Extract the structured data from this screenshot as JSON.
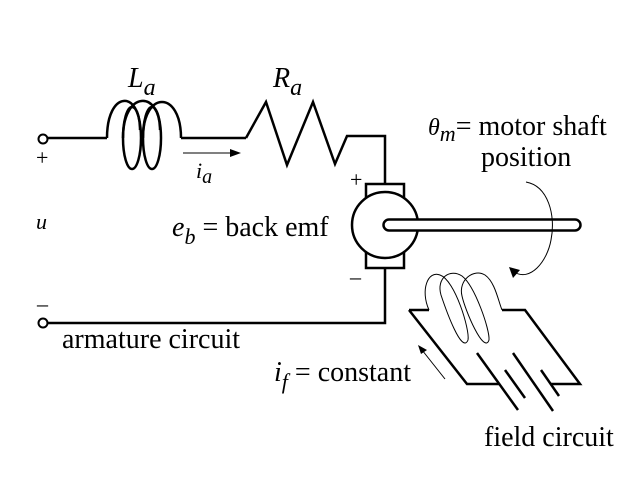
{
  "title": "DC motor armature-controlled schematic",
  "labels": {
    "inductor": {
      "main": "L",
      "sub": "a"
    },
    "resistor": {
      "main": "R",
      "sub": "a"
    },
    "current_armature": {
      "main": "i",
      "sub": "a"
    },
    "input_voltage": "u",
    "plus_terminal": "+",
    "minus_terminal": "–",
    "motor_plus": "+",
    "motor_minus": "–",
    "back_emf": {
      "main": "e",
      "sub": "b",
      "text": " = back emf"
    },
    "shaft_position": {
      "main": "θ",
      "sub": "m",
      "text": "= motor shaft",
      "line2": "position"
    },
    "armature_circuit": "armature circuit",
    "field_current": {
      "main": "i",
      "sub": "f",
      "text": " = constant"
    },
    "field_circuit": "field circuit"
  },
  "colors": {
    "ink": "#000000",
    "background": "#ffffff"
  }
}
